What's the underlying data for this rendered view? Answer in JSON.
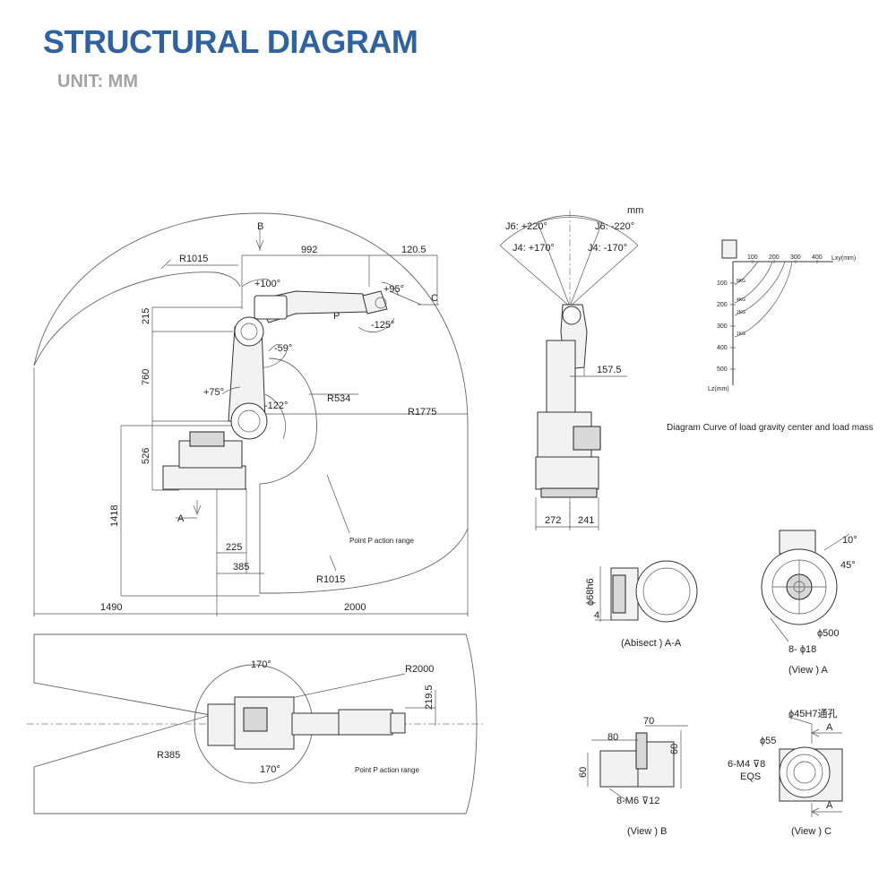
{
  "header": {
    "title": "STRUCTURAL DIAGRAM",
    "unit": "UNIT: MM"
  },
  "side_view": {
    "label_b": "B",
    "label_c": "C",
    "label_a": "A",
    "label_p": "P",
    "dim_992": "992",
    "dim_120_5": "120.5",
    "dim_215": "215",
    "dim_760": "760",
    "dim_526": "526",
    "dim_1418": "1418",
    "dim_225": "225",
    "dim_385": "385",
    "dim_1490": "1490",
    "dim_2000": "2000",
    "r1015_top": "R1015",
    "r534": "R534",
    "r1775": "R1775",
    "r1015_bottom": "R1015",
    "angle_p100": "+100°",
    "angle_p95": "+95°",
    "angle_m125": "-125°",
    "angle_m59": "-59°",
    "angle_p75": "+75°",
    "angle_m122": "-122°",
    "range_note": "Point P action range"
  },
  "front_view": {
    "unit_mm": "mm",
    "j6_pos": "J6: +220°",
    "j6_neg": "J6: -220°",
    "j4_pos": "J4: +170°",
    "j4_neg": "J4: -170°",
    "dim_157_5": "157.5",
    "dim_272": "272",
    "dim_241": "241"
  },
  "load_chart": {
    "x_ticks": [
      "100",
      "200",
      "300",
      "400"
    ],
    "x_axis_label": "Lxy(mm)",
    "y_ticks": [
      "100",
      "200",
      "300",
      "400",
      "500"
    ],
    "y_axis_label": "Lz(mm)",
    "curves": [
      "8KG",
      "4KG",
      "2KG",
      "1KG"
    ],
    "caption": "Diagram Curve of load gravity center and load mass"
  },
  "top_view": {
    "angle_top": "170°",
    "angle_bottom": "170°",
    "r2000": "R2000",
    "r385": "R385",
    "dim_219_5": "219.5",
    "range_note": "Point P action range"
  },
  "section_aa": {
    "dim_dia": "ϕ68h6",
    "dim_4": "4",
    "caption": "(Abisect ) A-A"
  },
  "view_a": {
    "angle_10": "10°",
    "angle_45": "45°",
    "dia_500": "ϕ500",
    "holes": "8- ϕ18",
    "caption": "(View ) A"
  },
  "view_b": {
    "dim_70": "70",
    "dim_80": "80",
    "dim_60_right": "60",
    "dim_60_left": "60",
    "thread": "8-M6 ⊽12",
    "caption": "(View ) B"
  },
  "view_c": {
    "dia_45": "ϕ45H7通孔",
    "dia_55": "ϕ55",
    "thread": "6-M4 ⊽8",
    "eqs": "EQS",
    "label_a_top": "A",
    "label_a_bottom": "A",
    "caption": "(View ) C"
  }
}
